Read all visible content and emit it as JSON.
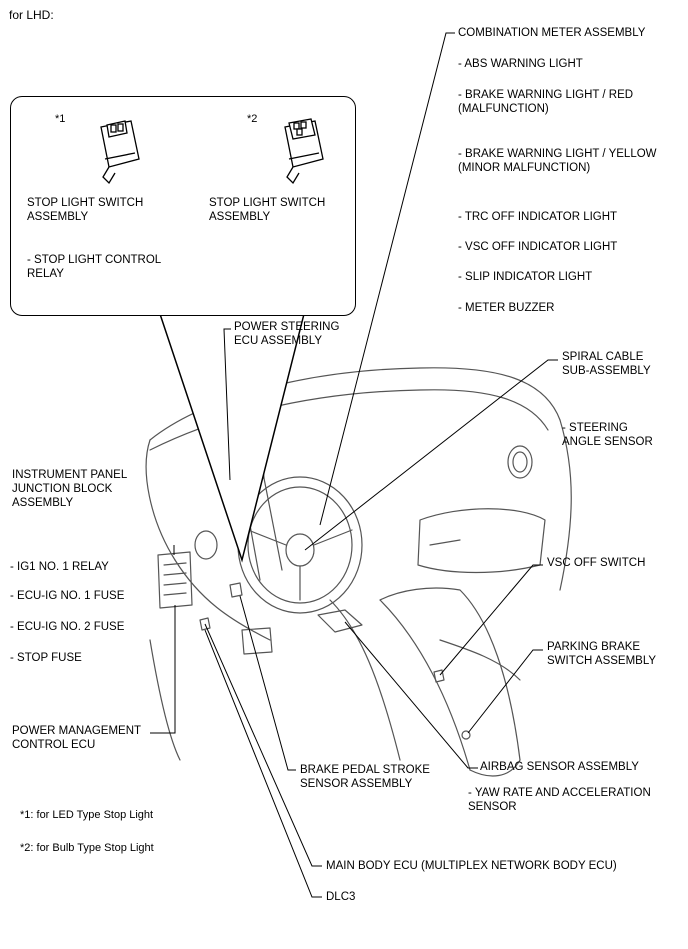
{
  "header": "for LHD:",
  "inset": {
    "marker1": "*1",
    "marker2": "*2",
    "label1": "STOP LIGHT SWITCH\nASSEMBLY",
    "label2": "STOP LIGHT SWITCH\nASSEMBLY",
    "sub1": "- STOP LIGHT CONTROL\nRELAY"
  },
  "labels": {
    "combination_meter": "COMBINATION METER ASSEMBLY",
    "abs_light": "- ABS WARNING LIGHT",
    "brake_red": "- BRAKE WARNING LIGHT / RED\n(MALFUNCTION)",
    "brake_yellow": "- BRAKE WARNING LIGHT / YELLOW\n(MINOR MALFUNCTION)",
    "trc_off": "- TRC OFF INDICATOR LIGHT",
    "vsc_off_light": "- VSC OFF INDICATOR LIGHT",
    "slip": "- SLIP INDICATOR LIGHT",
    "buzzer": "- METER BUZZER",
    "power_steering": "POWER STEERING\nECU ASSEMBLY",
    "spiral_cable": "SPIRAL CABLE\nSUB-ASSEMBLY",
    "steering_angle": "- STEERING\nANGLE SENSOR",
    "ipjb": "INSTRUMENT PANEL\nJUNCTION BLOCK\nASSEMBLY",
    "ig1_relay": "- IG1 NO. 1 RELAY",
    "ecu_ig1": "- ECU-IG NO. 1 FUSE",
    "ecu_ig2": "- ECU-IG NO. 2 FUSE",
    "stop_fuse": "- STOP FUSE",
    "vsc_off_switch": "VSC OFF SWITCH",
    "parking_brake": "PARKING BRAKE\nSWITCH ASSEMBLY",
    "power_mgmt": "POWER MANAGEMENT\nCONTROL ECU",
    "brake_pedal": "BRAKE PEDAL STROKE\nSENSOR ASSEMBLY",
    "airbag": "AIRBAG SENSOR ASSEMBLY",
    "yaw_rate": "- YAW RATE AND ACCELERATION\nSENSOR",
    "main_body": "MAIN BODY ECU (MULTIPLEX NETWORK BODY ECU)",
    "dlc3": "DLC3"
  },
  "footnotes": {
    "note1": "*1: for LED Type Stop Light",
    "note2": "*2: for Bulb Type Stop Light"
  }
}
